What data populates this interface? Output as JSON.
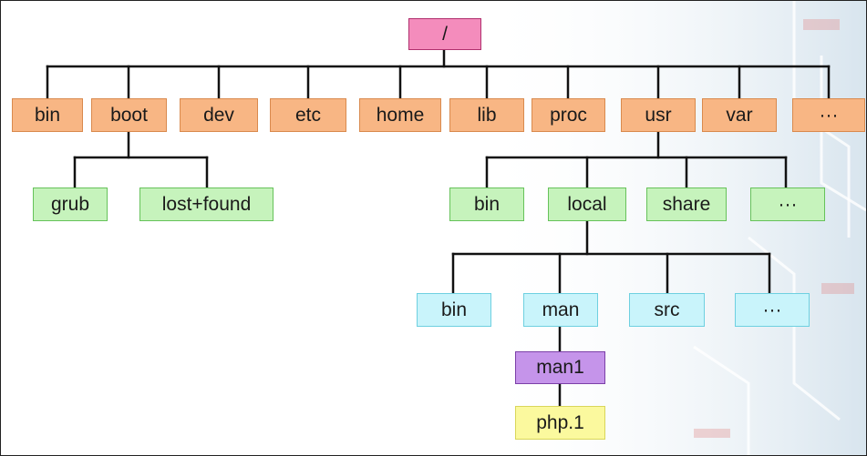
{
  "tree": {
    "root": "/",
    "top_level": [
      "bin",
      "boot",
      "dev",
      "etc",
      "home",
      "lib",
      "proc",
      "usr",
      "var",
      "···"
    ],
    "boot_children": [
      "grub",
      "lost+found"
    ],
    "usr_children": [
      "bin",
      "local",
      "share",
      "···"
    ],
    "local_children": [
      "bin",
      "man",
      "src",
      "···"
    ],
    "man_child": "man1",
    "man1_child": "php.1"
  },
  "colors": {
    "line": "#111111",
    "root": "#f48cbc",
    "top_level": "#f8b684",
    "second_level": "#c6f3bc",
    "third_level": "#c9f4fb",
    "man1": "#c594ea",
    "file": "#fbf99e"
  }
}
